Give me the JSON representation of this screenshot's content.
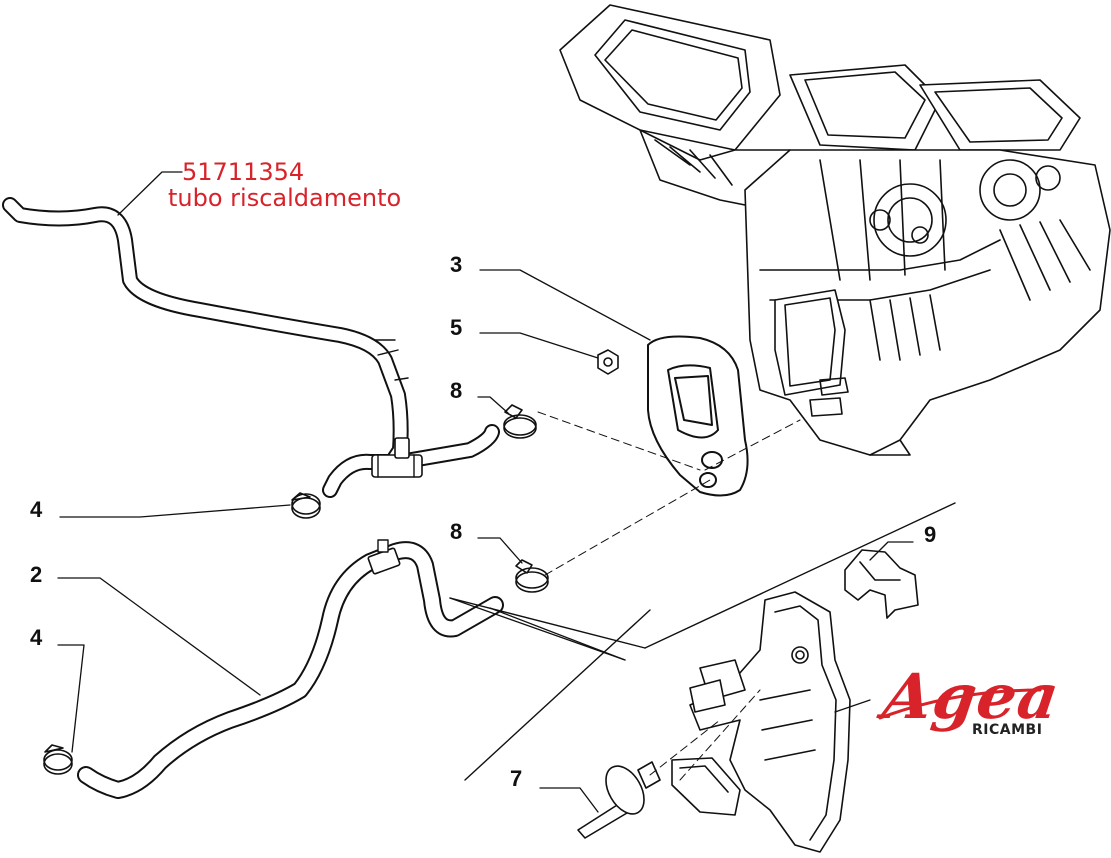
{
  "part_label": {
    "part_number": "51711354",
    "description": "tubo riscaldamento"
  },
  "callouts": [
    "3",
    "5",
    "8",
    "4",
    "8",
    "9",
    "2",
    "4",
    "7"
  ],
  "logo": {
    "brand": "Agea",
    "subtitle": "RICAMBI"
  },
  "colors": {
    "label_red": "#d8232a",
    "ink": "#111111"
  }
}
